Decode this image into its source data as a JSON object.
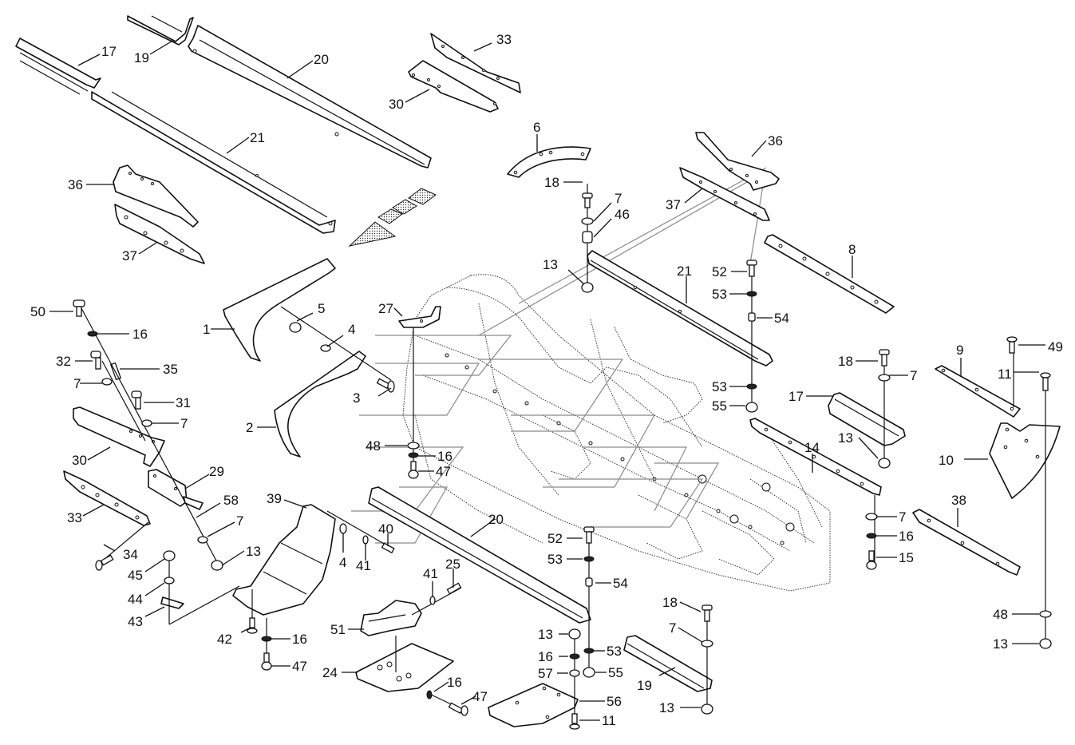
{
  "diagram": {
    "type": "exploded-parts-diagram",
    "direction_marker": "travel-direction-arrow",
    "callouts": [
      {
        "id": "c17a",
        "label": "17"
      },
      {
        "id": "c19a",
        "label": "19"
      },
      {
        "id": "c20a",
        "label": "20"
      },
      {
        "id": "c21a",
        "label": "21"
      },
      {
        "id": "c33a",
        "label": "33"
      },
      {
        "id": "c30a",
        "label": "30"
      },
      {
        "id": "c6",
        "label": "6"
      },
      {
        "id": "c36a",
        "label": "36"
      },
      {
        "id": "c37a",
        "label": "37"
      },
      {
        "id": "c18a",
        "label": "18"
      },
      {
        "id": "c7a",
        "label": "7"
      },
      {
        "id": "c46",
        "label": "46"
      },
      {
        "id": "c36b",
        "label": "36"
      },
      {
        "id": "c37b",
        "label": "37"
      },
      {
        "id": "c8",
        "label": "8"
      },
      {
        "id": "c13a",
        "label": "13"
      },
      {
        "id": "c21b",
        "label": "21"
      },
      {
        "id": "c52a",
        "label": "52"
      },
      {
        "id": "c53a",
        "label": "53"
      },
      {
        "id": "c54a",
        "label": "54"
      },
      {
        "id": "c53b",
        "label": "53"
      },
      {
        "id": "c55a",
        "label": "55"
      },
      {
        "id": "c50",
        "label": "50"
      },
      {
        "id": "c16a",
        "label": "16"
      },
      {
        "id": "c32",
        "label": "32"
      },
      {
        "id": "c35",
        "label": "35"
      },
      {
        "id": "c7b",
        "label": "7"
      },
      {
        "id": "c31",
        "label": "31"
      },
      {
        "id": "c7c",
        "label": "7"
      },
      {
        "id": "c30b",
        "label": "30"
      },
      {
        "id": "c29",
        "label": "29"
      },
      {
        "id": "c33b",
        "label": "33"
      },
      {
        "id": "c58",
        "label": "58"
      },
      {
        "id": "c7d",
        "label": "7"
      },
      {
        "id": "c34",
        "label": "34"
      },
      {
        "id": "c13b",
        "label": "13"
      },
      {
        "id": "c45",
        "label": "45"
      },
      {
        "id": "c44",
        "label": "44"
      },
      {
        "id": "c43",
        "label": "43"
      },
      {
        "id": "c1",
        "label": "1"
      },
      {
        "id": "c2",
        "label": "2"
      },
      {
        "id": "c5",
        "label": "5"
      },
      {
        "id": "c4a",
        "label": "4"
      },
      {
        "id": "c3",
        "label": "3"
      },
      {
        "id": "c27",
        "label": "27"
      },
      {
        "id": "c48a",
        "label": "48"
      },
      {
        "id": "c16b",
        "label": "16"
      },
      {
        "id": "c47a",
        "label": "47"
      },
      {
        "id": "c39",
        "label": "39"
      },
      {
        "id": "c4b",
        "label": "4"
      },
      {
        "id": "c41a",
        "label": "41"
      },
      {
        "id": "c40",
        "label": "40"
      },
      {
        "id": "c42",
        "label": "42"
      },
      {
        "id": "c16c",
        "label": "16"
      },
      {
        "id": "c47b",
        "label": "47"
      },
      {
        "id": "c20b",
        "label": "20"
      },
      {
        "id": "c41b",
        "label": "41"
      },
      {
        "id": "c25",
        "label": "25"
      },
      {
        "id": "c51",
        "label": "51"
      },
      {
        "id": "c24",
        "label": "24"
      },
      {
        "id": "c16d",
        "label": "16"
      },
      {
        "id": "c47c",
        "label": "47"
      },
      {
        "id": "c52b",
        "label": "52"
      },
      {
        "id": "c53c",
        "label": "53"
      },
      {
        "id": "c54b",
        "label": "54"
      },
      {
        "id": "c13c",
        "label": "13"
      },
      {
        "id": "c53d",
        "label": "53"
      },
      {
        "id": "c16e",
        "label": "16"
      },
      {
        "id": "c57",
        "label": "57"
      },
      {
        "id": "c55b",
        "label": "55"
      },
      {
        "id": "c56",
        "label": "56"
      },
      {
        "id": "c11a",
        "label": "11"
      },
      {
        "id": "c18b",
        "label": "18"
      },
      {
        "id": "c7e",
        "label": "7"
      },
      {
        "id": "c19b",
        "label": "19"
      },
      {
        "id": "c13d",
        "label": "13"
      },
      {
        "id": "c18c",
        "label": "18"
      },
      {
        "id": "c7f",
        "label": "7"
      },
      {
        "id": "c17b",
        "label": "17"
      },
      {
        "id": "c13e",
        "label": "13"
      },
      {
        "id": "c14",
        "label": "14"
      },
      {
        "id": "c9",
        "label": "9"
      },
      {
        "id": "c49",
        "label": "49"
      },
      {
        "id": "c11b",
        "label": "11"
      },
      {
        "id": "c10",
        "label": "10"
      },
      {
        "id": "c38",
        "label": "38"
      },
      {
        "id": "c7g",
        "label": "7"
      },
      {
        "id": "c16f",
        "label": "16"
      },
      {
        "id": "c15",
        "label": "15"
      },
      {
        "id": "c48b",
        "label": "48"
      },
      {
        "id": "c13f",
        "label": "13"
      }
    ]
  }
}
